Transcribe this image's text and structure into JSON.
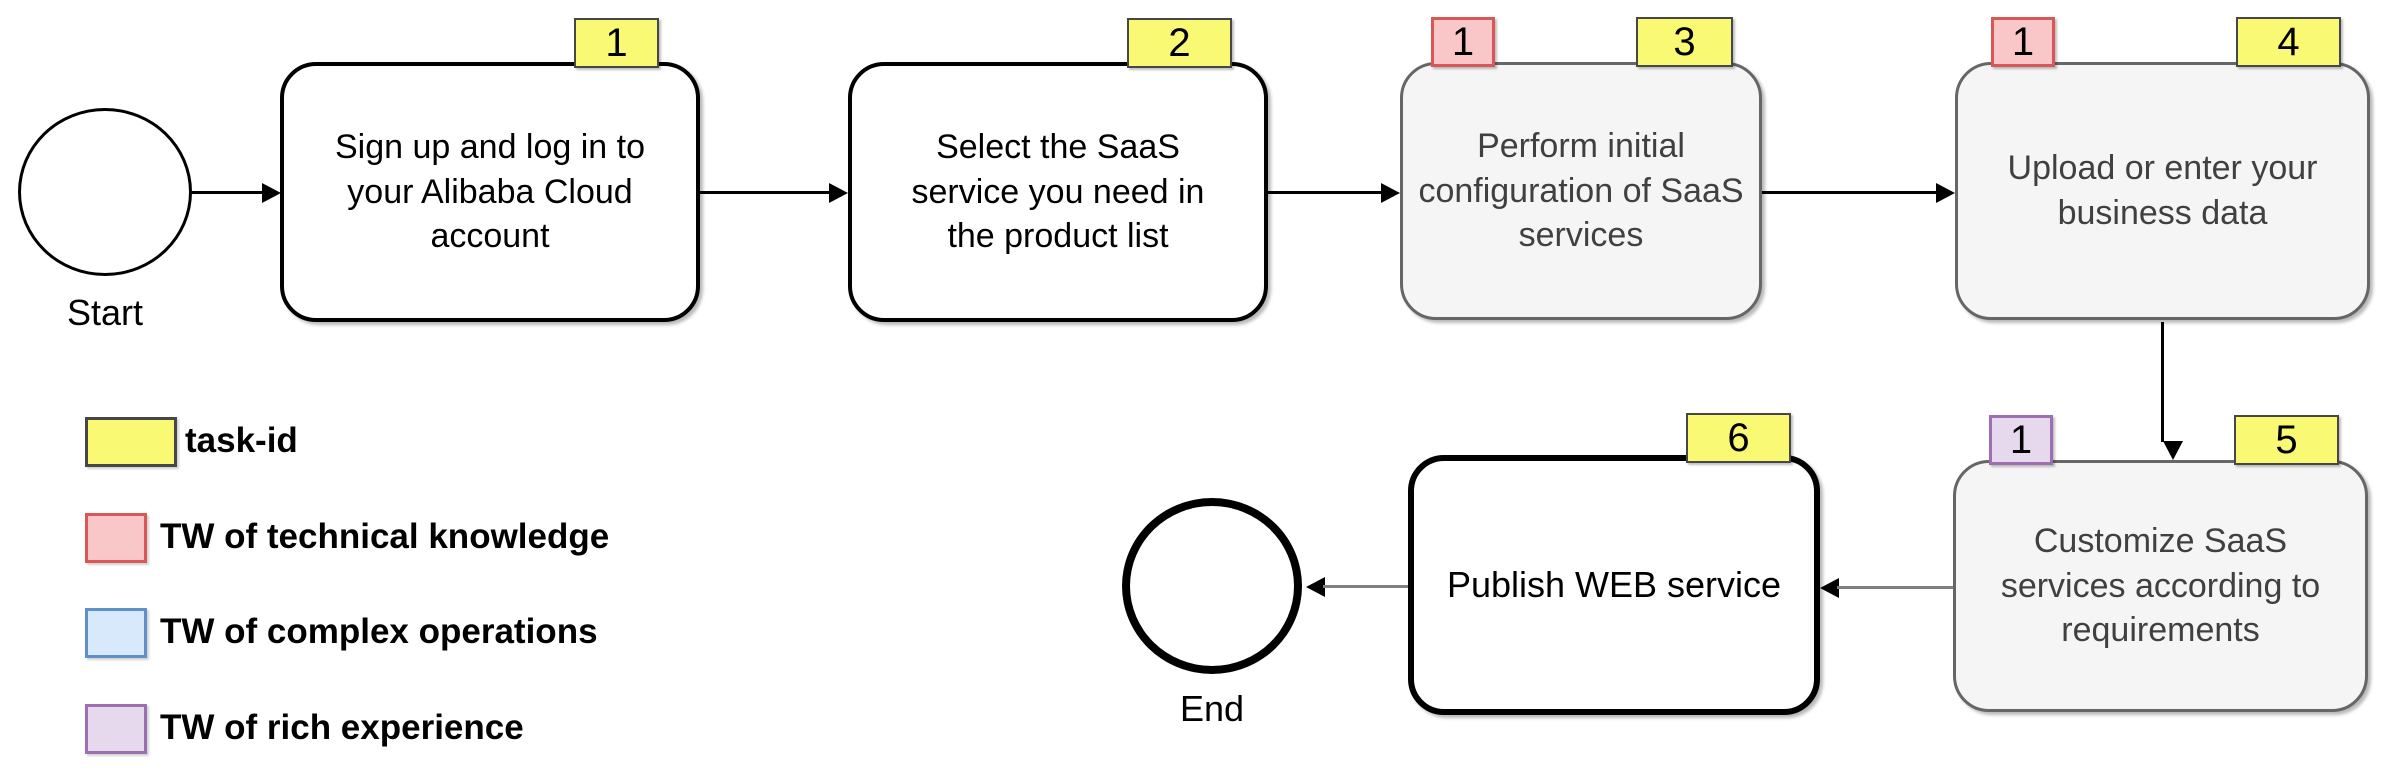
{
  "flow": {
    "start_label": "Start",
    "end_label": "End",
    "tasks": [
      {
        "task_id": "1",
        "tw_badge": null,
        "text": "Sign up and log in to your Alibaba Cloud account"
      },
      {
        "task_id": "2",
        "tw_badge": null,
        "text": "Select the SaaS service you need in the product list"
      },
      {
        "task_id": "3",
        "tw_badge": "1",
        "tw_type": "technical-knowledge",
        "text": "Perform initial configuration of SaaS services"
      },
      {
        "task_id": "4",
        "tw_badge": "1",
        "tw_type": "technical-knowledge",
        "text": "Upload or enter your business data"
      },
      {
        "task_id": "5",
        "tw_badge": "1",
        "tw_type": "rich-experience",
        "text": "Customize SaaS services according to requirements"
      },
      {
        "task_id": "6",
        "tw_badge": null,
        "text": "Publish WEB service"
      }
    ]
  },
  "legend": {
    "items": [
      {
        "label": "task-id",
        "swatch": "yellow"
      },
      {
        "label": "TW of technical knowledge",
        "swatch": "red"
      },
      {
        "label": "TW of complex operations",
        "swatch": "blue"
      },
      {
        "label": "TW of rich experience",
        "swatch": "purple"
      }
    ]
  },
  "colors": {
    "task_id_fill": "#F9F974",
    "task_id_stroke": "#474747",
    "tw_technical_fill": "#F9C7C7",
    "tw_technical_stroke": "#DB5757",
    "tw_complex_fill": "#D7E9FB",
    "tw_complex_stroke": "#6090C8",
    "tw_rich_fill": "#E6D9ED",
    "tw_rich_stroke": "#9D6EB0",
    "node_gray_fill": "#F5F5F5",
    "node_gray_stroke": "#666666",
    "node_plain_fill": "#FFFFFF",
    "node_plain_stroke": "#000000"
  }
}
